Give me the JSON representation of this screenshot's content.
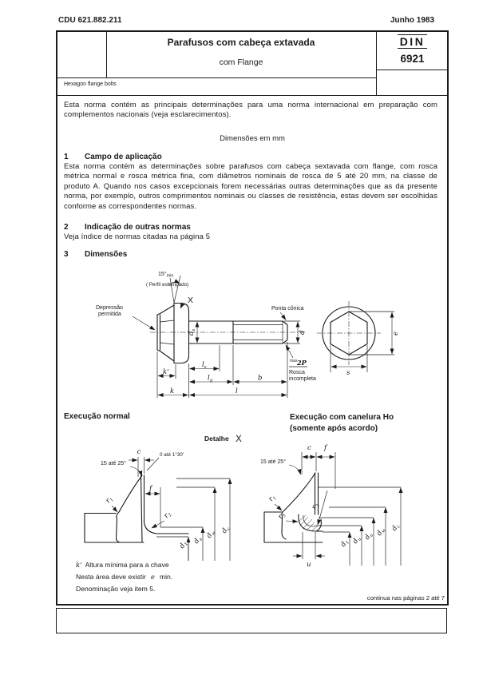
{
  "header": {
    "cdu": "CDU  621.882.211",
    "date": "Junho 1983",
    "title": "Parafusos com cabeça extavada",
    "subtitle": "com Flange",
    "din": "DIN",
    "number": "6921",
    "english_title": "Hexagon flange bolts"
  },
  "intro": "Esta norma contém as principais determinações para uma norma internacional em preparação com complementos nacionais (veja esclarecimentos).",
  "dimensions_note": "Dimensões em mm",
  "sections": [
    {
      "num": "1",
      "title": "Campo de aplicação",
      "body": "Esta norma contém as determinações sobre parafusos com cabeça sextavada com flange, com rosca métrica normal e rosca métrica fina, com diâmetros nominais de rosca de 5 até 20 mm, na classe de produto A. Quando nos casos excepcionais forem necessárias outras determinações que as da presente norma, por exemplo, outros comprimentos nominais ou classes de resistência, estas devem ser escolhidas conforme as correspondentes normas."
    },
    {
      "num": "2",
      "title": "Indicação de outras normas",
      "body": "Veja índice de normas citadas na página 5"
    },
    {
      "num": "3",
      "title": "Dimensões",
      "body": ""
    }
  ],
  "main_drawing": {
    "angle": "15°",
    "angle_sub": "min",
    "profile": "( Perfil estampado)",
    "detail_marker": "X",
    "depression1": "Depressão",
    "depression2": "permitida",
    "tip": "Ponta cônica",
    "d_s_base": "d",
    "d_s_sub": "s",
    "d": "d",
    "ls_base": "l",
    "ls_sub": "s",
    "lg_base": "l",
    "lg_sub": "g",
    "b": "b",
    "k_prime": "k'",
    "k": "k",
    "l": "l",
    "max_label": "max",
    "two_p": "2P",
    "incomplete1": "Rosca",
    "incomplete2": "incompleta",
    "e": "e",
    "s": "s"
  },
  "details": {
    "normal_title": "Execução normal",
    "groove_title1": "Execução com canelura Ho",
    "groove_title2": "(somente após acordo)",
    "detail_word": "Detalhe",
    "detail_x": "X",
    "angle_range": "15 até 25°",
    "taper": "0 até 1°30'",
    "c": "c",
    "f": "f",
    "u": "u",
    "r1_base": "r",
    "r1_sub": "1",
    "r2_base": "r",
    "r2_sub": "2",
    "r3_base": "r",
    "r3_sub": "3",
    "d1_base": "d",
    "d1_sub": "1",
    "du_base": "d",
    "du_sub": "u",
    "da_base": "d",
    "da_sub": "a",
    "dw_base": "d",
    "dw_sub": "w",
    "dc_base": "d",
    "dc_sub": "c"
  },
  "notes": {
    "note1_k": "k'",
    "note1_rest": "Altura mínima para a chave",
    "note2_pre": "Nesta área deve existir",
    "note2_e": "e",
    "note2_post": "min.",
    "note3": "Denominação veja item 5."
  },
  "footer": {
    "continuation": "continua nas páginas 2 até 7"
  }
}
